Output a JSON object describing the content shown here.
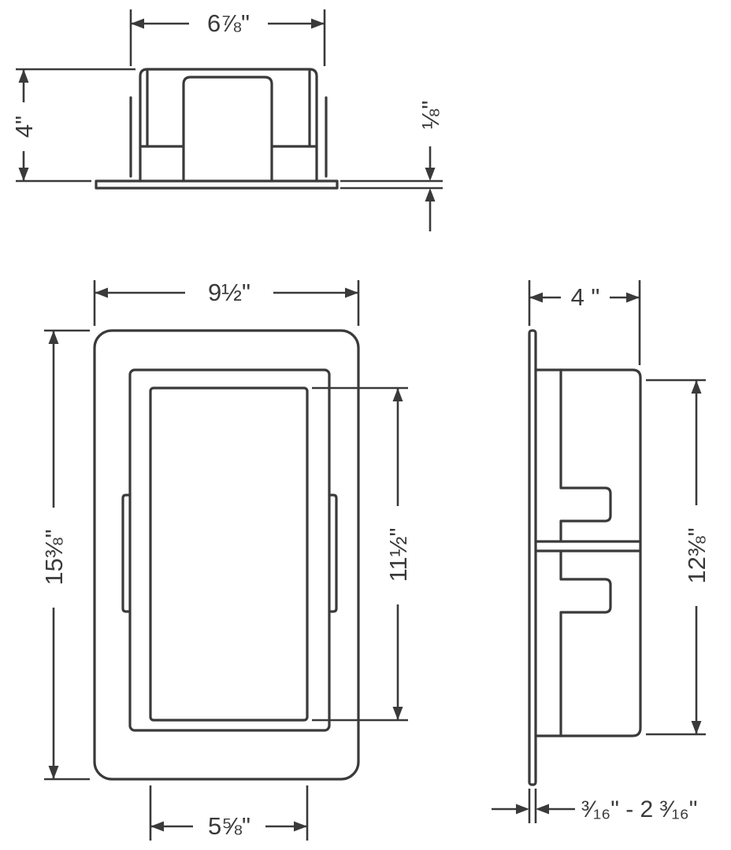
{
  "drawing": {
    "background": "#ffffff",
    "line_color": "#3a3a3a",
    "top_view": {
      "width_label": "6⅞\"",
      "depth_label": "4\"",
      "flange_label": "⅛\""
    },
    "front_view": {
      "width_label": "9½\"",
      "height_label": "15⅜\"",
      "opening_height_label": "11½\"",
      "opening_width_label": "5⅝\""
    },
    "side_view": {
      "depth_label": "4 \"",
      "interior_height_label": "12⅜\"",
      "tile_thickness_label": "³⁄₁₆\" - 2 ³⁄₁₆\""
    }
  }
}
